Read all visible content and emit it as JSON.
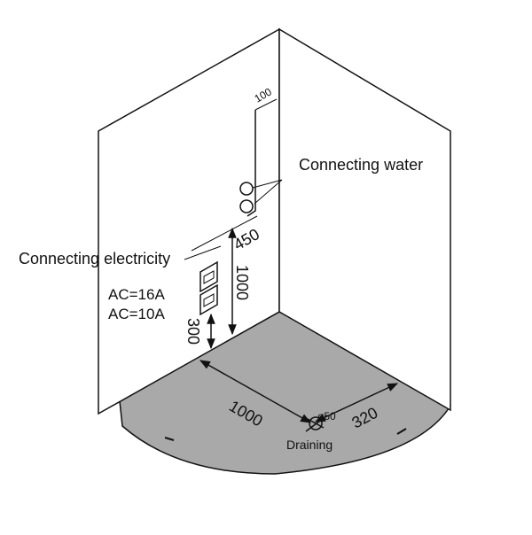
{
  "labels": {
    "connecting_water": "Connecting water",
    "connecting_electricity": "Connecting electricity",
    "ac_16": "AC=16A",
    "ac_10": "AC=10A",
    "draining": "Draining",
    "drain_diameter": "ø50"
  },
  "dimensions": {
    "pipe_offset": "100",
    "water_height": "450",
    "socket_height": "1000",
    "socket_bottom": "300",
    "wall_to_drain": "1000",
    "drain_to_edge": "320"
  },
  "colors": {
    "floor": "#a9a9a9",
    "line": "#111111",
    "background": "#ffffff"
  }
}
